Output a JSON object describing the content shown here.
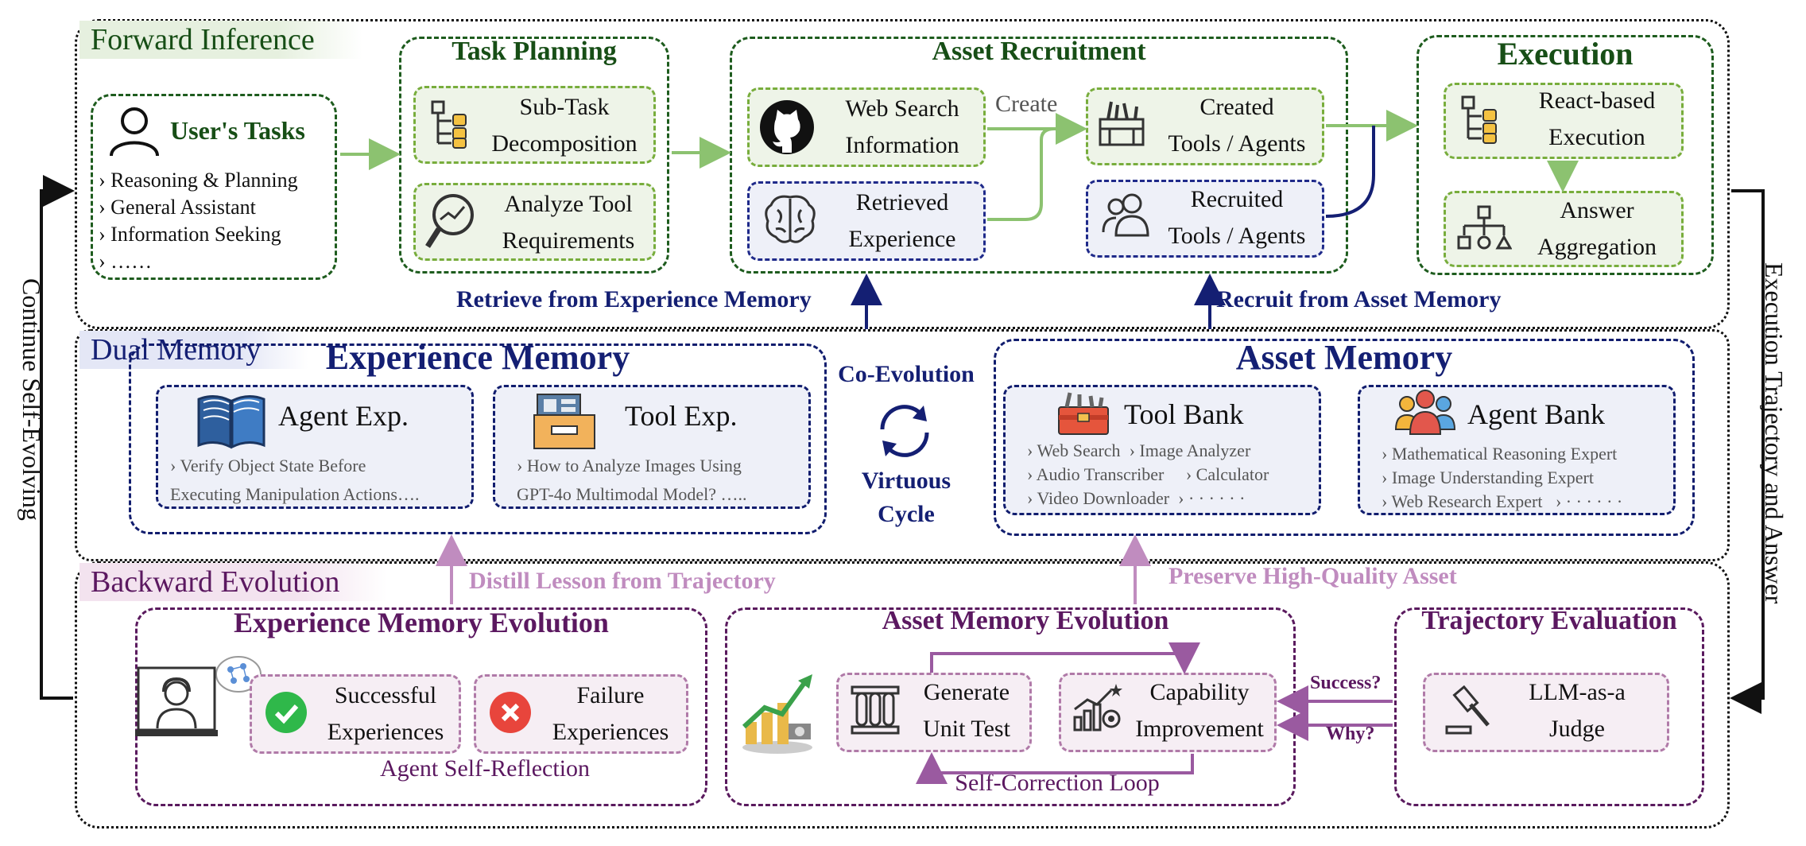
{
  "sections": {
    "forward": "Forward Inference",
    "dual": "Dual Memory",
    "backward": "Backward Evolution",
    "left_side": "Continue Self-Evolving",
    "right_side": "Execution Trajectory and Answer"
  },
  "forward": {
    "user_title": "User's Tasks",
    "user_items": [
      "Reasoning & Planning",
      "General Assistant",
      "Information Seeking",
      "……"
    ],
    "task_planning": {
      "title": "Task Planning",
      "sub1_line1": "Sub-Task",
      "sub1_line2": "Decomposition",
      "sub2_line1": "Analyze Tool",
      "sub2_line2": "Requirements"
    },
    "asset_recruitment": {
      "title": "Asset Recruitment",
      "web1": "Web Search",
      "web2": "Information",
      "create": "Create",
      "created1": "Created",
      "created2": "Tools / Agents",
      "retr1": "Retrieved",
      "retr2": "Experience",
      "recr1": "Recruited",
      "recr2": "Tools / Agents"
    },
    "execution": {
      "title": "Execution",
      "react1": "React-based",
      "react2": "Execution",
      "ans1": "Answer",
      "ans2": "Aggregation"
    },
    "retrieve_label": "Retrieve from Experience Memory",
    "recruit_label": "Recruit from Asset Memory"
  },
  "dual": {
    "exp_memory_title": "Experience Memory",
    "agent_exp_title": "Agent Exp.",
    "agent_exp_1": "Verify Object State Before",
    "agent_exp_2": "Executing Manipulation Actions….",
    "tool_exp_title": "Tool Exp.",
    "tool_exp_1": "How to Analyze Images Using",
    "tool_exp_2": "GPT-4o Multimodal Model? …..",
    "coevo": "Co-Evolution",
    "virtuous1": "Virtuous",
    "virtuous2": "Cycle",
    "asset_memory_title": "Asset Memory",
    "tool_bank_title": "Tool Bank",
    "tool_bank_rows": [
      [
        "Web Search",
        "Image Analyzer"
      ],
      [
        "Audio Transcriber",
        "Calculator"
      ],
      [
        "Video Downloader",
        "· · · · · ·"
      ]
    ],
    "agent_bank_title": "Agent Bank",
    "agent_bank_rows": [
      "Mathematical Reasoning Expert",
      "Image Understanding Expert",
      "Web Research Expert"
    ],
    "agent_bank_more": "· · · · · ·"
  },
  "backward": {
    "distill": "Distill Lesson from Trajectory",
    "preserve": "Preserve High-Quality Asset",
    "exp_evo_title": "Experience Memory Evolution",
    "succ1": "Successful",
    "succ2": "Experiences",
    "fail1": "Failure",
    "fail2": "Experiences",
    "self_reflection": "Agent Self-Reflection",
    "asset_evo_title": "Asset Memory Evolution",
    "gen1": "Generate",
    "gen2": "Unit Test",
    "cap1": "Capability",
    "cap2": "Improvement",
    "self_correction": "Self-Correction Loop",
    "traj_title": "Trajectory Evaluation",
    "success_q": "Success?",
    "why_q": "Why?",
    "judge1": "LLM-as-a",
    "judge2": "Judge"
  },
  "colors": {
    "dark_green": "#1e5c1e",
    "light_green": "#78ad3c",
    "dark_blue": "#111d6e",
    "purple": "#5a1a5e",
    "pink": "#c08cbf"
  }
}
